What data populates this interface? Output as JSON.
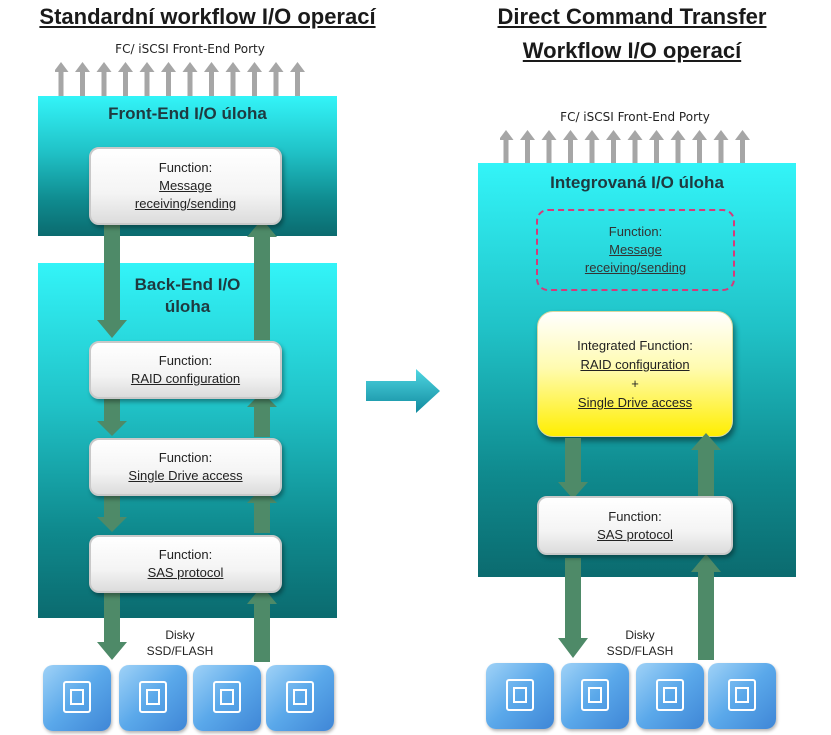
{
  "left": {
    "title": "Standardní workflow I/O operací",
    "ports_label": "FC/ iSCSI  Front-End Porty",
    "front_end_title": "Front-End I/O úloha",
    "back_end_title_line1": "Back-End I/O",
    "back_end_title_line2": "úloha",
    "functions": [
      {
        "label": "Function:",
        "name_line1": "Message",
        "name_line2": "receiving/sending"
      },
      {
        "label": "Function:",
        "name_line1": "RAID configuration"
      },
      {
        "label": "Function:",
        "name_line1": "Single Drive access"
      },
      {
        "label": "Function:",
        "name_line1": "SAS protocol"
      }
    ],
    "disks_line1": "Disky",
    "disks_line2": "SSD/FLASH"
  },
  "right": {
    "title_line1": "Direct Command Transfer",
    "title_line2": "Workflow I/O operací",
    "ports_label": "FC/ iSCSI  Front-End Porty",
    "panel_title": "Integrovaná I/O úloha",
    "dashed_function": {
      "label": "Function:",
      "name_line1": "Message",
      "name_line2": "receiving/sending"
    },
    "integrated_function": {
      "label": "Integrated Function:",
      "name_line1": "RAID configuration",
      "plus": "+",
      "name_line2": "Single Drive access"
    },
    "sas_function": {
      "label": "Function:",
      "name_line1": "SAS protocol"
    },
    "disks_line1": "Disky",
    "disks_line2": "SSD/FLASH"
  },
  "colors": {
    "panel_top": "#33f4f8",
    "panel_bottom": "#0b6b6f",
    "flow_arrow": "#4e8a68",
    "port_arrow": "#a6a6a6",
    "transition_arrow": "#1fb3c6",
    "dashed_border": "#d63a7a",
    "integrated_fill": "#ffee00",
    "disk": "#5aa8ea"
  },
  "icons": [
    "port-arrow-icon",
    "flow-down-arrow-icon",
    "flow-up-arrow-icon",
    "transition-arrow-icon",
    "disk-chip-icon"
  ]
}
